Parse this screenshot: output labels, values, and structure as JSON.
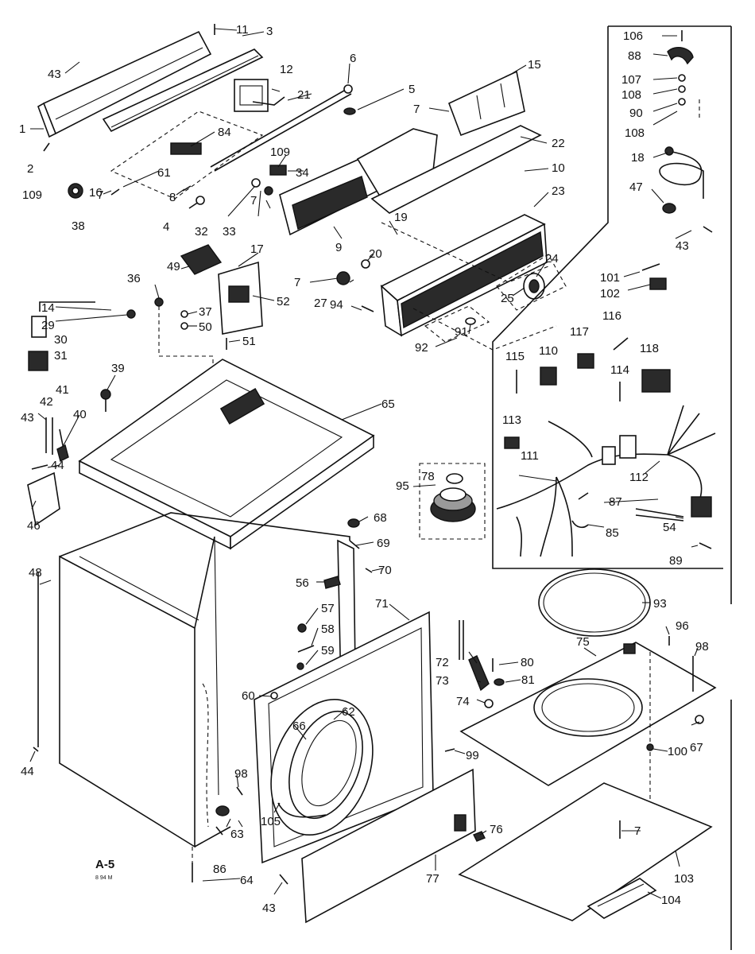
{
  "figure": {
    "caption": "A-5",
    "caption_sub": "8 94 M"
  },
  "part_labels": [
    "1",
    "2",
    "3",
    "4",
    "5",
    "6",
    "7",
    "8",
    "9",
    "10",
    "11",
    "12",
    "14",
    "15",
    "16",
    "17",
    "18",
    "19",
    "20",
    "21",
    "22",
    "23",
    "24",
    "25",
    "27",
    "29",
    "30",
    "31",
    "32",
    "33",
    "34",
    "36",
    "37",
    "38",
    "39",
    "40",
    "41",
    "42",
    "43",
    "44",
    "46",
    "47",
    "48",
    "49",
    "50",
    "51",
    "52",
    "54",
    "56",
    "57",
    "58",
    "59",
    "60",
    "61",
    "62",
    "63",
    "64",
    "65",
    "66",
    "67",
    "68",
    "69",
    "70",
    "71",
    "72",
    "73",
    "74",
    "75",
    "76",
    "77",
    "78",
    "80",
    "81",
    "84",
    "85",
    "86",
    "87",
    "88",
    "89",
    "90",
    "91",
    "92",
    "93",
    "94",
    "95",
    "96",
    "98",
    "99",
    "100",
    "101",
    "102",
    "103",
    "104",
    "105",
    "106",
    "107",
    "108",
    "109",
    "110",
    "111",
    "112",
    "113",
    "114",
    "115",
    "116",
    "117",
    "118"
  ]
}
